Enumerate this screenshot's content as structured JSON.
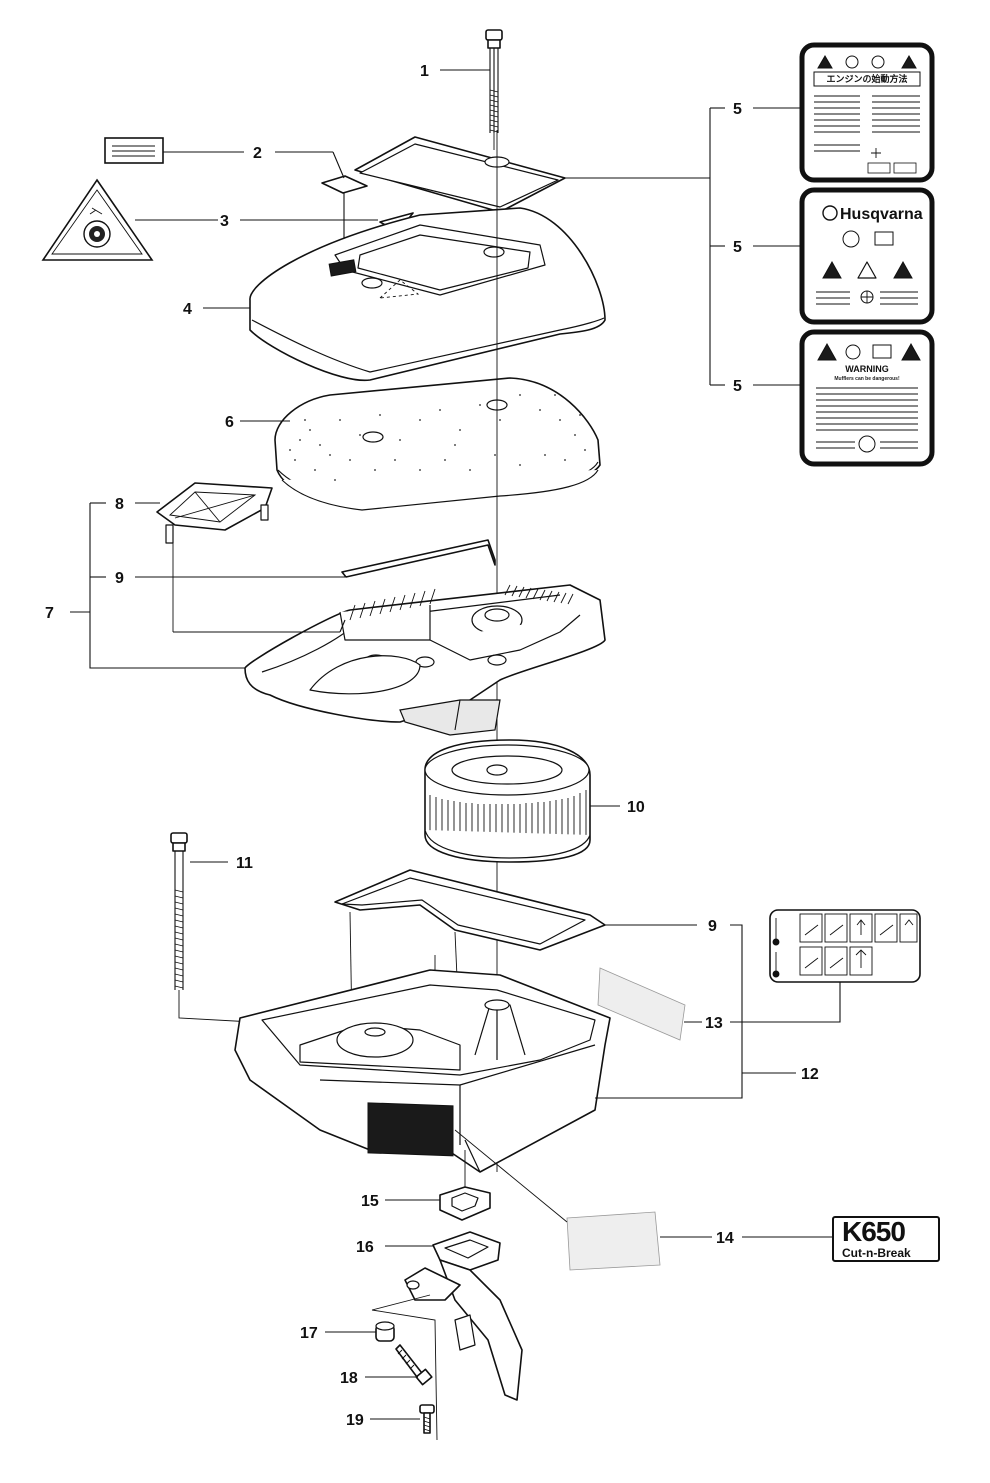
{
  "callouts": {
    "c1": "1",
    "c2": "2",
    "c3": "3",
    "c4": "4",
    "c5a": "5",
    "c5b": "5",
    "c5c": "5",
    "c6": "6",
    "c7": "7",
    "c8": "8",
    "c9a": "9",
    "c9b": "9",
    "c10": "10",
    "c11": "11",
    "c12": "12",
    "c13": "13",
    "c14": "14",
    "c15": "15",
    "c16": "16",
    "c17": "17",
    "c18": "18",
    "c19": "19"
  },
  "labels": {
    "jp_label_title": "エンジンの始動方法",
    "husqvarna_brand": "Husqvarna",
    "warning_title": "WARNING",
    "warning_sub": "Mufflers can be dangerous!"
  },
  "model": {
    "name": "K650",
    "subtitle": "Cut-n-Break"
  }
}
